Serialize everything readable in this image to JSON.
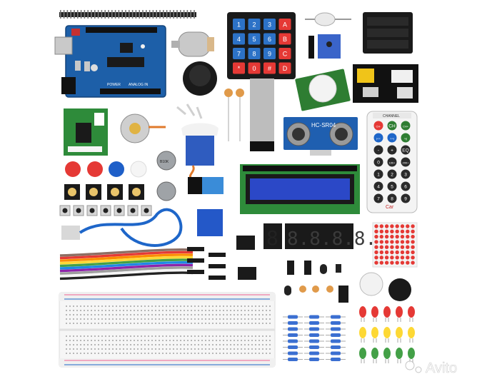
{
  "keypad": {
    "keys": [
      "1",
      "2",
      "3",
      "A",
      "4",
      "5",
      "6",
      "B",
      "7",
      "8",
      "9",
      "C",
      "*",
      "0",
      "#",
      "D"
    ]
  },
  "arduino": {
    "power_label": "POWER",
    "analog_label": "ANALOG IN"
  },
  "ultrasonic": {
    "model": "HC-SR04"
  },
  "seven_segment": {
    "single_digit": "8",
    "four_digit": "8.8.8.8."
  },
  "remote": {
    "header": "CHANNEL",
    "buttons": [
      "CH-",
      "CH",
      "CH+",
      "|<<",
      ">>|",
      ">||",
      "-",
      "+",
      "EQ",
      "0",
      "100+",
      "200+",
      "1",
      "2",
      "3",
      "4",
      "5",
      "6",
      "7",
      "8",
      "9"
    ],
    "brand": "Car"
  },
  "potentiometer": {
    "label": "B10K"
  },
  "watermark": {
    "text": "Avito"
  }
}
